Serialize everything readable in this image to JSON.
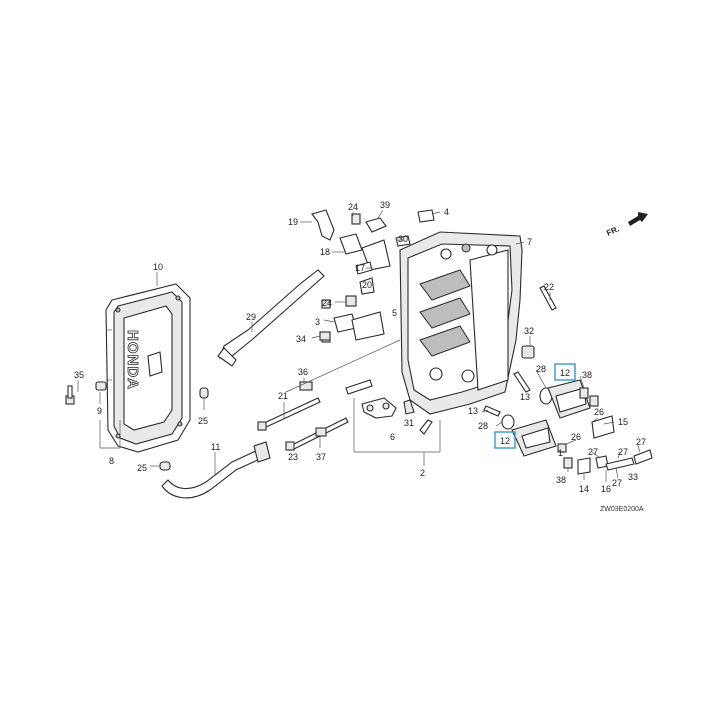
{
  "diagram": {
    "code": "ZW03E0200A",
    "direction_label": "FR.",
    "logo_text": "HONDA",
    "highlight_color": "#3399cc",
    "callouts": {
      "c1": "1",
      "c2": "2",
      "c3": "3",
      "c4": "4",
      "c5": "5",
      "c6": "6",
      "c7": "7",
      "c8": "8",
      "c9": "9",
      "c10": "10",
      "c11": "11",
      "c12a": "12",
      "c12b": "12",
      "c13a": "13",
      "c13b": "13",
      "c14": "14",
      "c15": "15",
      "c16": "16",
      "c17": "17",
      "c18": "18",
      "c19": "19",
      "c20": "20",
      "c21": "21",
      "c22": "22",
      "c23": "23",
      "c24a": "24",
      "c24b": "24",
      "c25a": "25",
      "c25b": "25",
      "c26a": "26",
      "c26b": "26",
      "c27a": "27",
      "c27b": "27",
      "c27c": "27",
      "c27d": "27",
      "c28a": "28",
      "c28b": "28",
      "c29": "29",
      "c30": "30",
      "c31": "31",
      "c32": "32",
      "c33": "33",
      "c34": "34",
      "c35": "35",
      "c36": "36",
      "c37": "37",
      "c38a": "38",
      "c38b": "38",
      "c39": "39"
    }
  }
}
